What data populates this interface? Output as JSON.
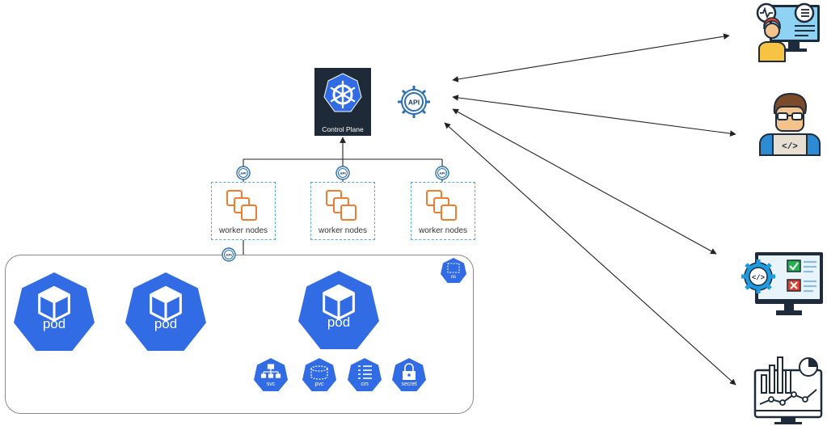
{
  "control_plane": {
    "label": "Control Plane",
    "icon": "kubernetes-helm-icon"
  },
  "api_badge": {
    "label": "API"
  },
  "worker_nodes": [
    {
      "label": "worker nodes"
    },
    {
      "label": "worker nodes"
    },
    {
      "label": "worker nodes"
    }
  ],
  "namespace": {
    "label": "ns"
  },
  "pods": [
    {
      "label": "pod"
    },
    {
      "label": "pod"
    },
    {
      "label": "pod"
    }
  ],
  "resources": [
    {
      "label": "svc",
      "icon": "service-hierarchy-icon"
    },
    {
      "label": "pvc",
      "icon": "volume-cylinder-icon"
    },
    {
      "label": "cm",
      "icon": "configmap-list-icon"
    },
    {
      "label": "secret",
      "icon": "lock-icon"
    }
  ],
  "clients": [
    {
      "icon": "monitoring-operator-icon"
    },
    {
      "icon": "developer-icon"
    },
    {
      "icon": "code-review-monitor-icon"
    },
    {
      "icon": "analytics-dashboard-icon"
    }
  ],
  "colors": {
    "k8s_blue": "#326ce5",
    "control_plane_bg": "#1f2a38",
    "worker_orange": "#ed7d31",
    "worker_border": "#5aa7d6"
  }
}
